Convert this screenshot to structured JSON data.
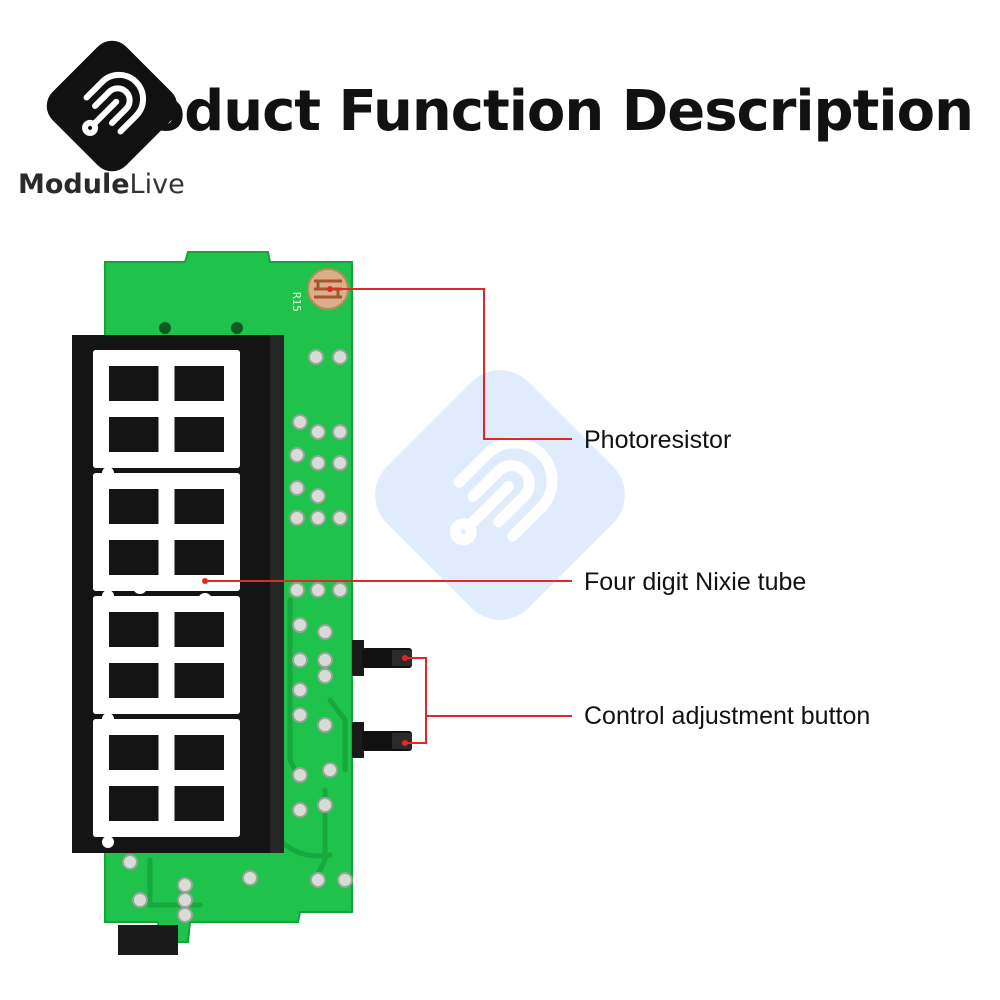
{
  "header": {
    "title": "Product Function Description",
    "brand": {
      "part1": "Module",
      "part2": "Live"
    }
  },
  "board": {
    "silkscreen_label": "R15"
  },
  "callouts": [
    {
      "label": "Photoresistor"
    },
    {
      "label": "Four digit Nixie tube"
    },
    {
      "label": "Control adjustment button"
    }
  ],
  "colors": {
    "pcb": "#1fc24a",
    "display": "#141414",
    "segment": "#ffffff",
    "leader_line": "#e0282c",
    "watermark": "#dbe9fb"
  }
}
